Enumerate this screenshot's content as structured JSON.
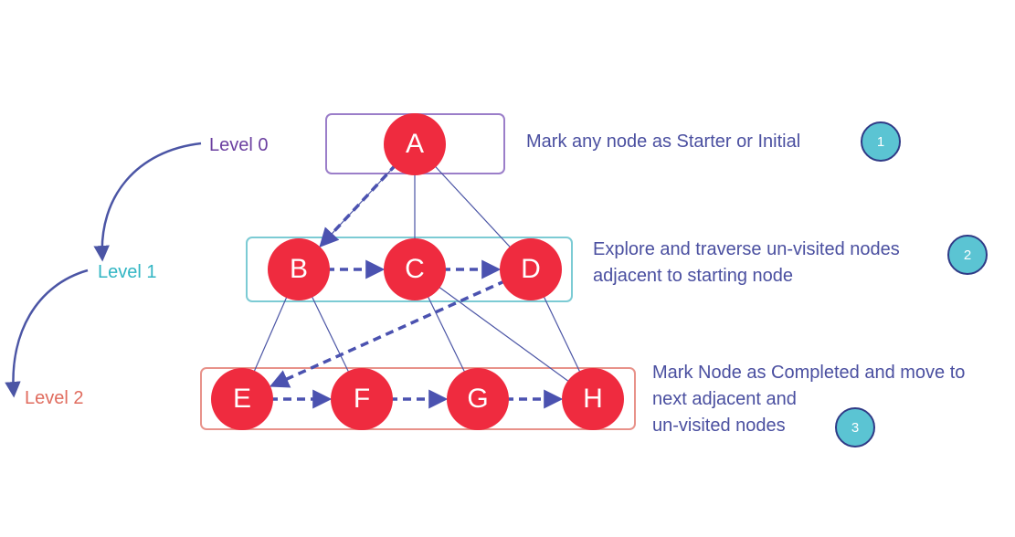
{
  "colors": {
    "node_fill": "#ef2b3f",
    "edge": "#4b55a5",
    "dashed_edge": "#4b52b0",
    "level0": "#6b3fa0",
    "level1": "#31b5c3",
    "level2": "#e06c5e",
    "note_text": "#4a4fa0",
    "badge_fill": "#5bc4d3"
  },
  "levels": [
    {
      "label": "Level 0"
    },
    {
      "label": "Level 1"
    },
    {
      "label": "Level 2"
    }
  ],
  "nodes": [
    "A",
    "B",
    "C",
    "D",
    "E",
    "F",
    "G",
    "H"
  ],
  "tree_edges": [
    [
      "A",
      "B"
    ],
    [
      "A",
      "C"
    ],
    [
      "A",
      "D"
    ],
    [
      "B",
      "E"
    ],
    [
      "B",
      "F"
    ],
    [
      "C",
      "G"
    ],
    [
      "C",
      "H"
    ],
    [
      "D",
      "H"
    ]
  ],
  "traversal_edges": [
    [
      "A",
      "B"
    ],
    [
      "B",
      "C"
    ],
    [
      "C",
      "D"
    ],
    [
      "D",
      "E"
    ],
    [
      "E",
      "F"
    ],
    [
      "F",
      "G"
    ],
    [
      "G",
      "H"
    ]
  ],
  "steps": [
    {
      "number": "1",
      "lines": [
        "Mark any node as Starter or Initial"
      ]
    },
    {
      "number": "2",
      "lines": [
        "Explore and traverse un-visited nodes",
        "adjacent to starting node"
      ]
    },
    {
      "number": "3",
      "lines": [
        "Mark Node as Completed and move to",
        "next adjacent and",
        "un-visited nodes"
      ]
    }
  ]
}
